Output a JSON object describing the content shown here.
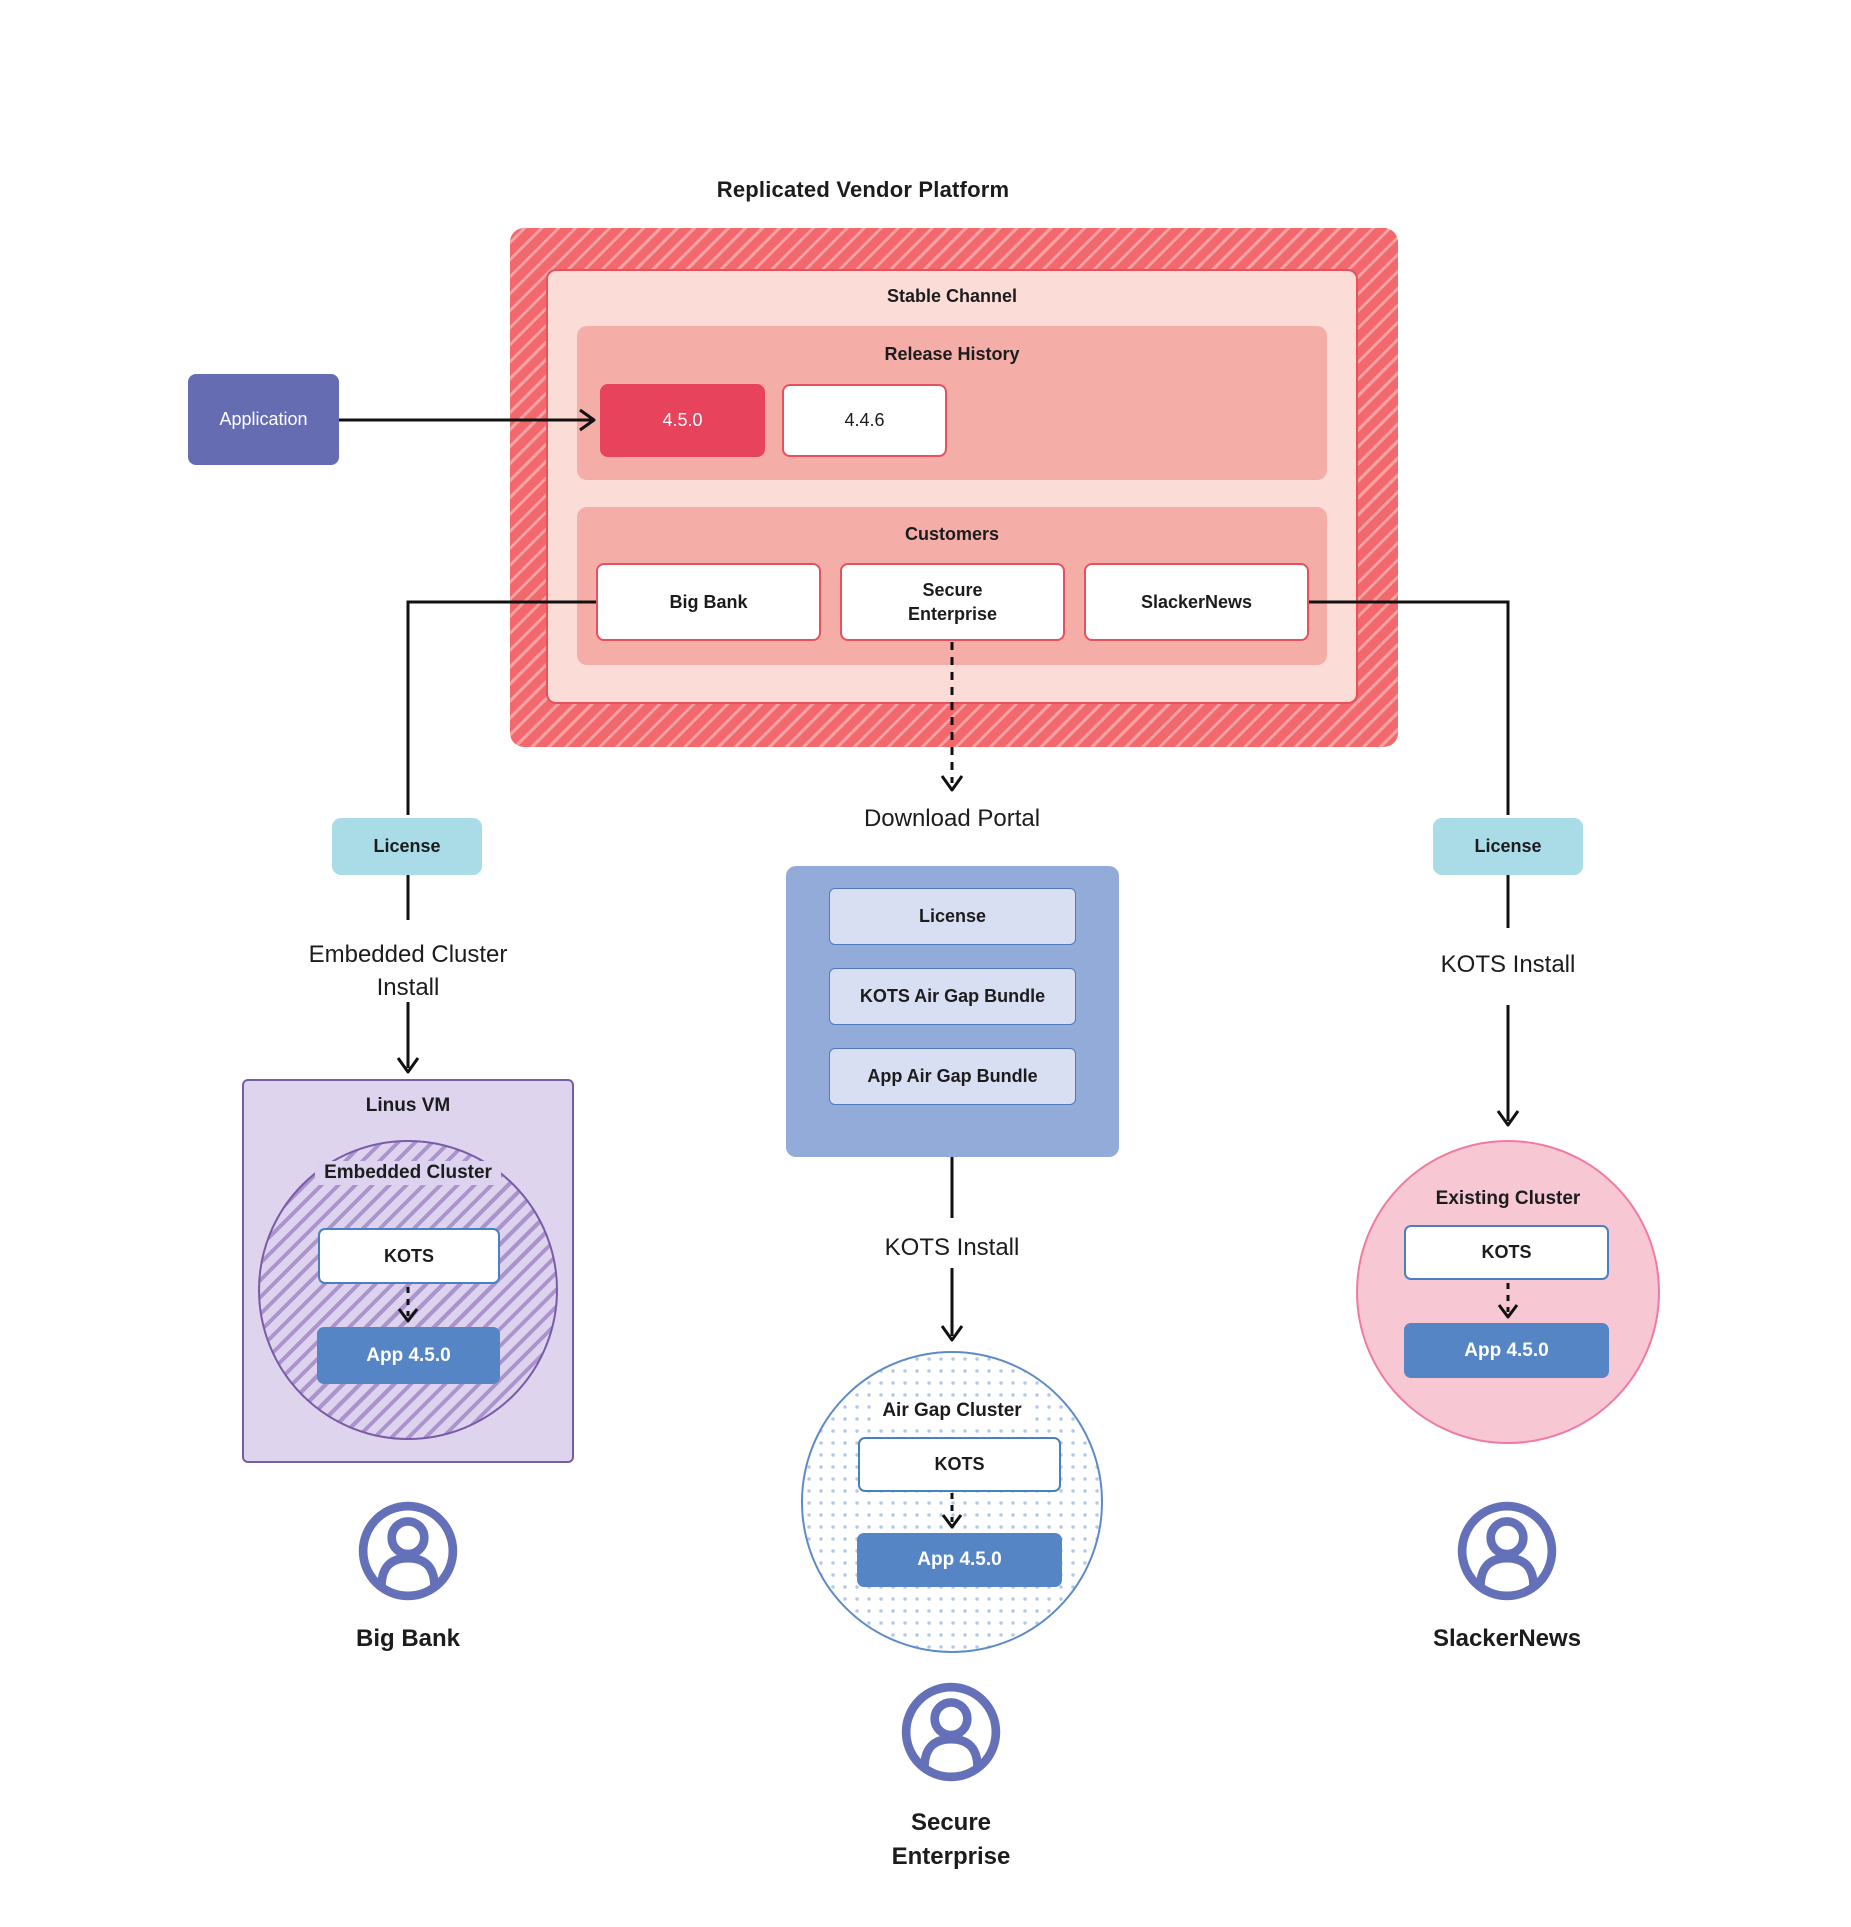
{
  "title": "Replicated Vendor Platform",
  "colors": {
    "platform_hatch": "#F2686D",
    "platform_hatch_stripe": "#F6A1A2",
    "stable_channel_bg": "#FBDCD7",
    "section_bg": "#F5AEA7",
    "accent_red_border": "#E8505E",
    "current_release_bg": "#E8435C",
    "application_bg": "#666CB2",
    "license_bg": "#A9DCE6",
    "portal_bg": "#92ABD8",
    "portal_item_bg": "#D9DFF3",
    "portal_item_border": "#4D79BE",
    "kots_border": "#4A80C3",
    "app_box_bg": "#5585C4",
    "vm_bg": "#DED4EE",
    "vm_border": "#7A5BA6",
    "existing_cluster_bg": "#F8C7D4",
    "existing_cluster_border": "#F07BA2",
    "airgap_border": "#5E8BC8",
    "user_icon": "#6470B8",
    "connector": "#111111"
  },
  "application": {
    "label": "Application"
  },
  "platform": {
    "stable_channel_label": "Stable Channel",
    "release_history_label": "Release History",
    "releases": [
      {
        "version": "4.5.0",
        "state": "current"
      },
      {
        "version": "4.4.6",
        "state": "previous"
      }
    ],
    "customers_label": "Customers",
    "customers": [
      {
        "name": "Big Bank"
      },
      {
        "name": "Secure Enterprise"
      },
      {
        "name": "SlackerNews"
      }
    ]
  },
  "download_portal": {
    "title": "Download Portal",
    "items": [
      {
        "label": "License"
      },
      {
        "label": "KOTS Air Gap Bundle"
      },
      {
        "label": "App Air Gap Bundle"
      }
    ]
  },
  "left_flow": {
    "license_label": "License",
    "install_line1": "Embedded Cluster",
    "install_line2": "Install",
    "vm_label": "Linus VM",
    "cluster_label": "Embedded Cluster",
    "kots_label": "KOTS",
    "app_label": "App 4.5.0",
    "user_label": "Big Bank"
  },
  "center_flow": {
    "install_label": "KOTS Install",
    "cluster_label": "Air Gap Cluster",
    "kots_label": "KOTS",
    "app_label": "App 4.5.0",
    "user_line1": "Secure",
    "user_line2": "Enterprise"
  },
  "right_flow": {
    "license_label": "License",
    "install_label": "KOTS Install",
    "cluster_label": "Existing Cluster",
    "kots_label": "KOTS",
    "app_label": "App 4.5.0",
    "user_label": "SlackerNews"
  }
}
